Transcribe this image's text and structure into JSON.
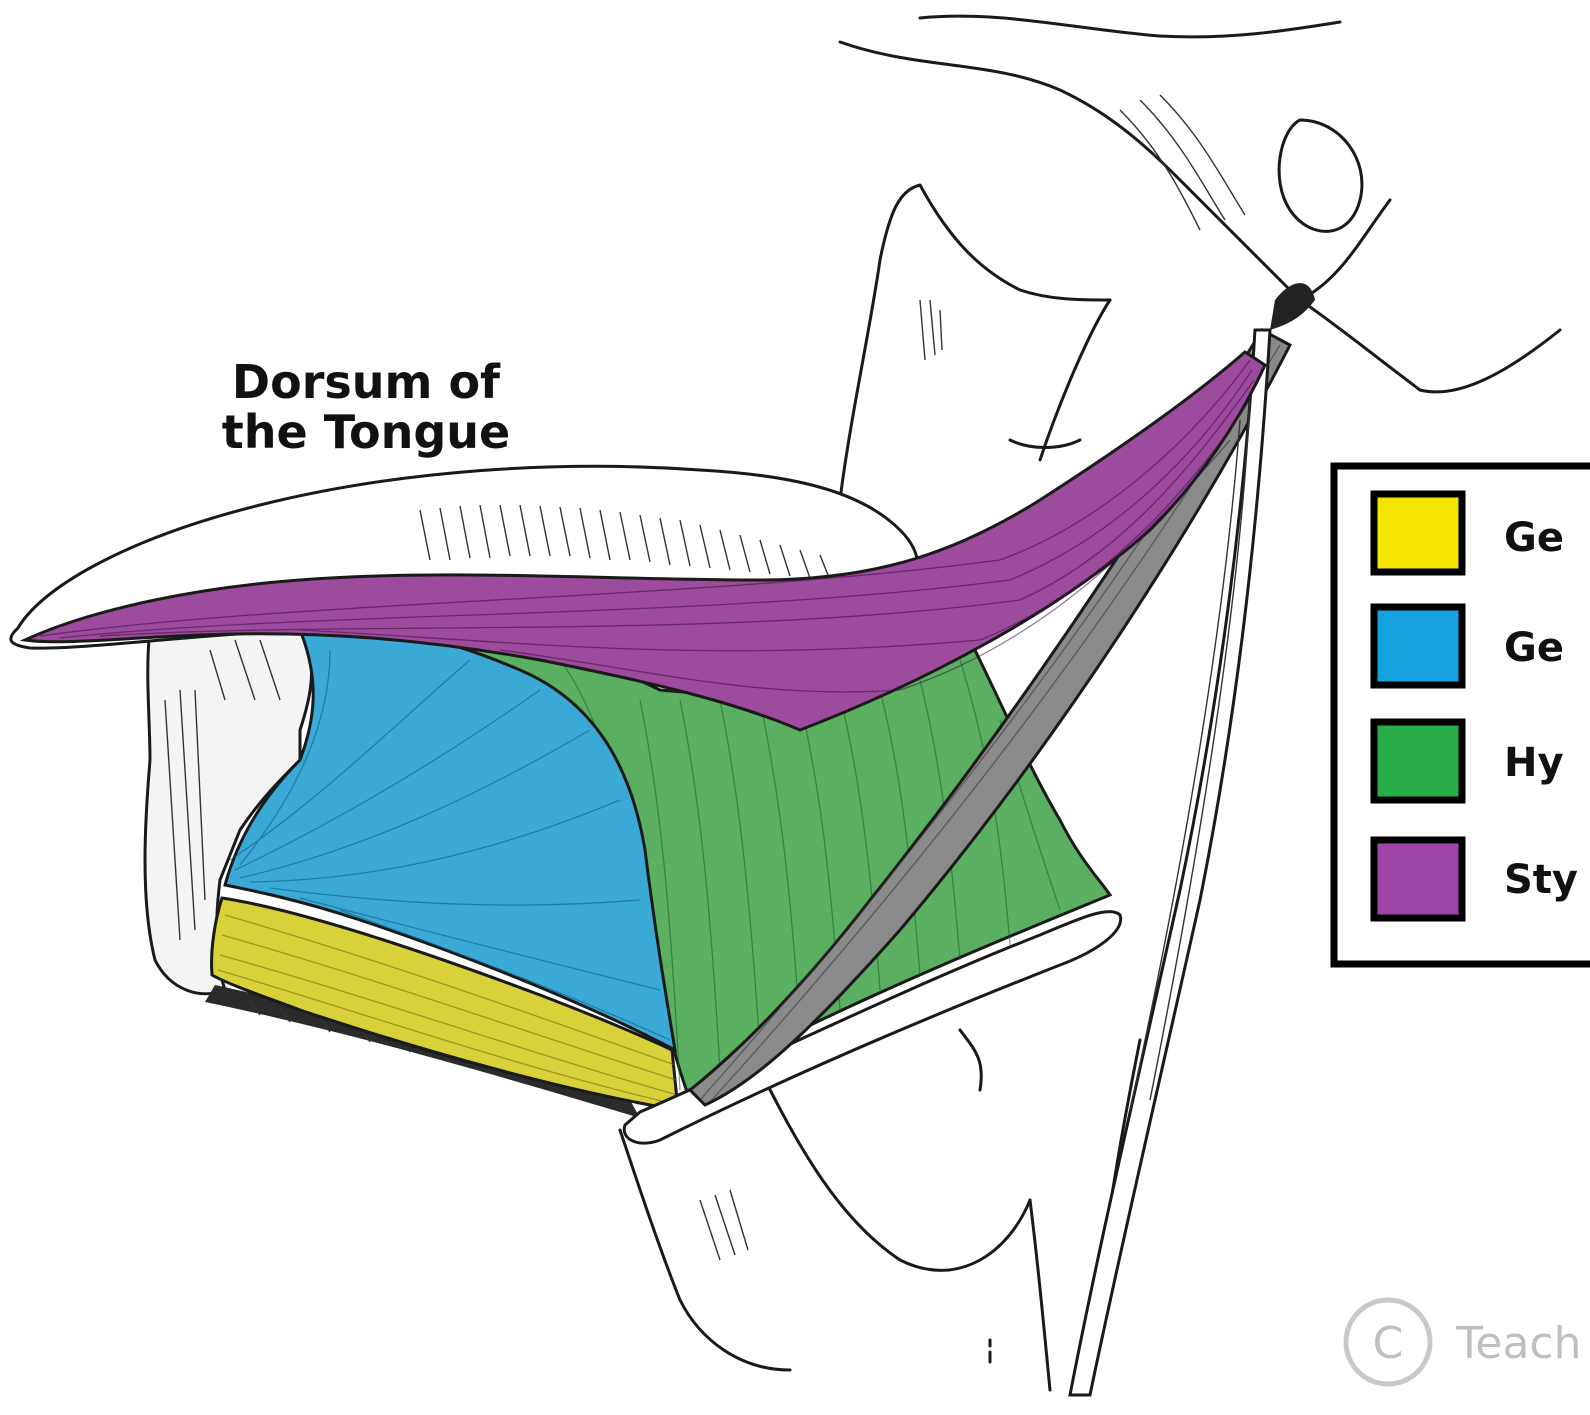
{
  "labels": {
    "dorsum_line1": "Dorsum of",
    "dorsum_line2": "the Tongue"
  },
  "legend": [
    {
      "text": "Ge",
      "color": "#f4e600"
    },
    {
      "text": "Ge",
      "color": "#14a3e0"
    },
    {
      "text": "Hy",
      "color": "#27ae4a"
    },
    {
      "text": "Sty",
      "color": "#9e45a8"
    }
  ],
  "muscle_colors": {
    "genioglossus": "#3aa9d6",
    "geniohyoid": "#d9d13a",
    "hyoglossus": "#5ab060",
    "styloglossus": "#9d4b9d",
    "stylohyoid_ligament": "#8a8a8a"
  },
  "watermark": {
    "symbol": "C",
    "text": "Teach"
  }
}
